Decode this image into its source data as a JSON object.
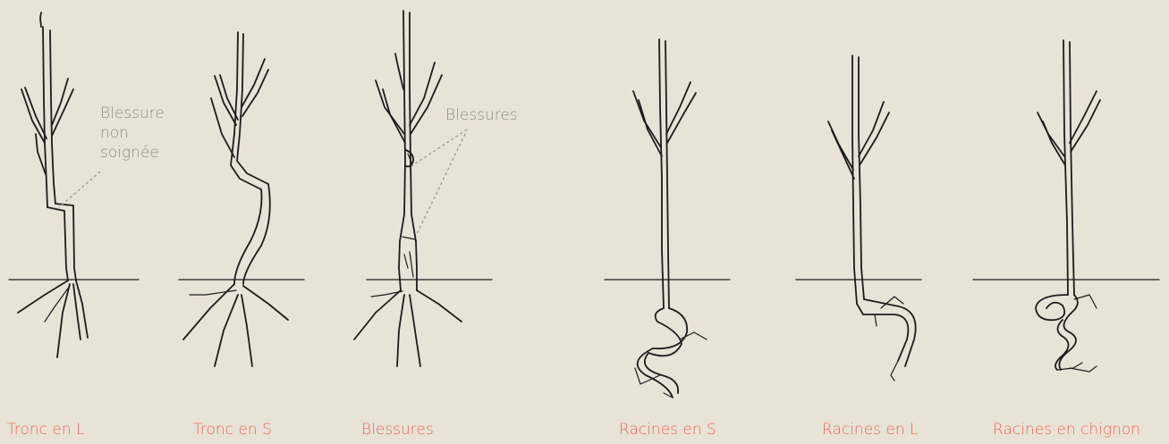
{
  "figures": [
    {
      "caption": "Tronc en L"
    },
    {
      "caption": "Tronc en S"
    },
    {
      "caption": "Blessures"
    },
    {
      "caption": "Racines en S"
    },
    {
      "caption": "Racines en L"
    },
    {
      "caption": "Racines en chignon"
    }
  ],
  "annotations": {
    "untreated_wound": [
      "Blessure",
      "non",
      "soignée"
    ],
    "wounds": "Blessures"
  },
  "colors": {
    "background": "#e9e2d6",
    "caption": "#e46a5a",
    "annotation": "#8c8c8c",
    "ink": "#1c1c1c"
  }
}
